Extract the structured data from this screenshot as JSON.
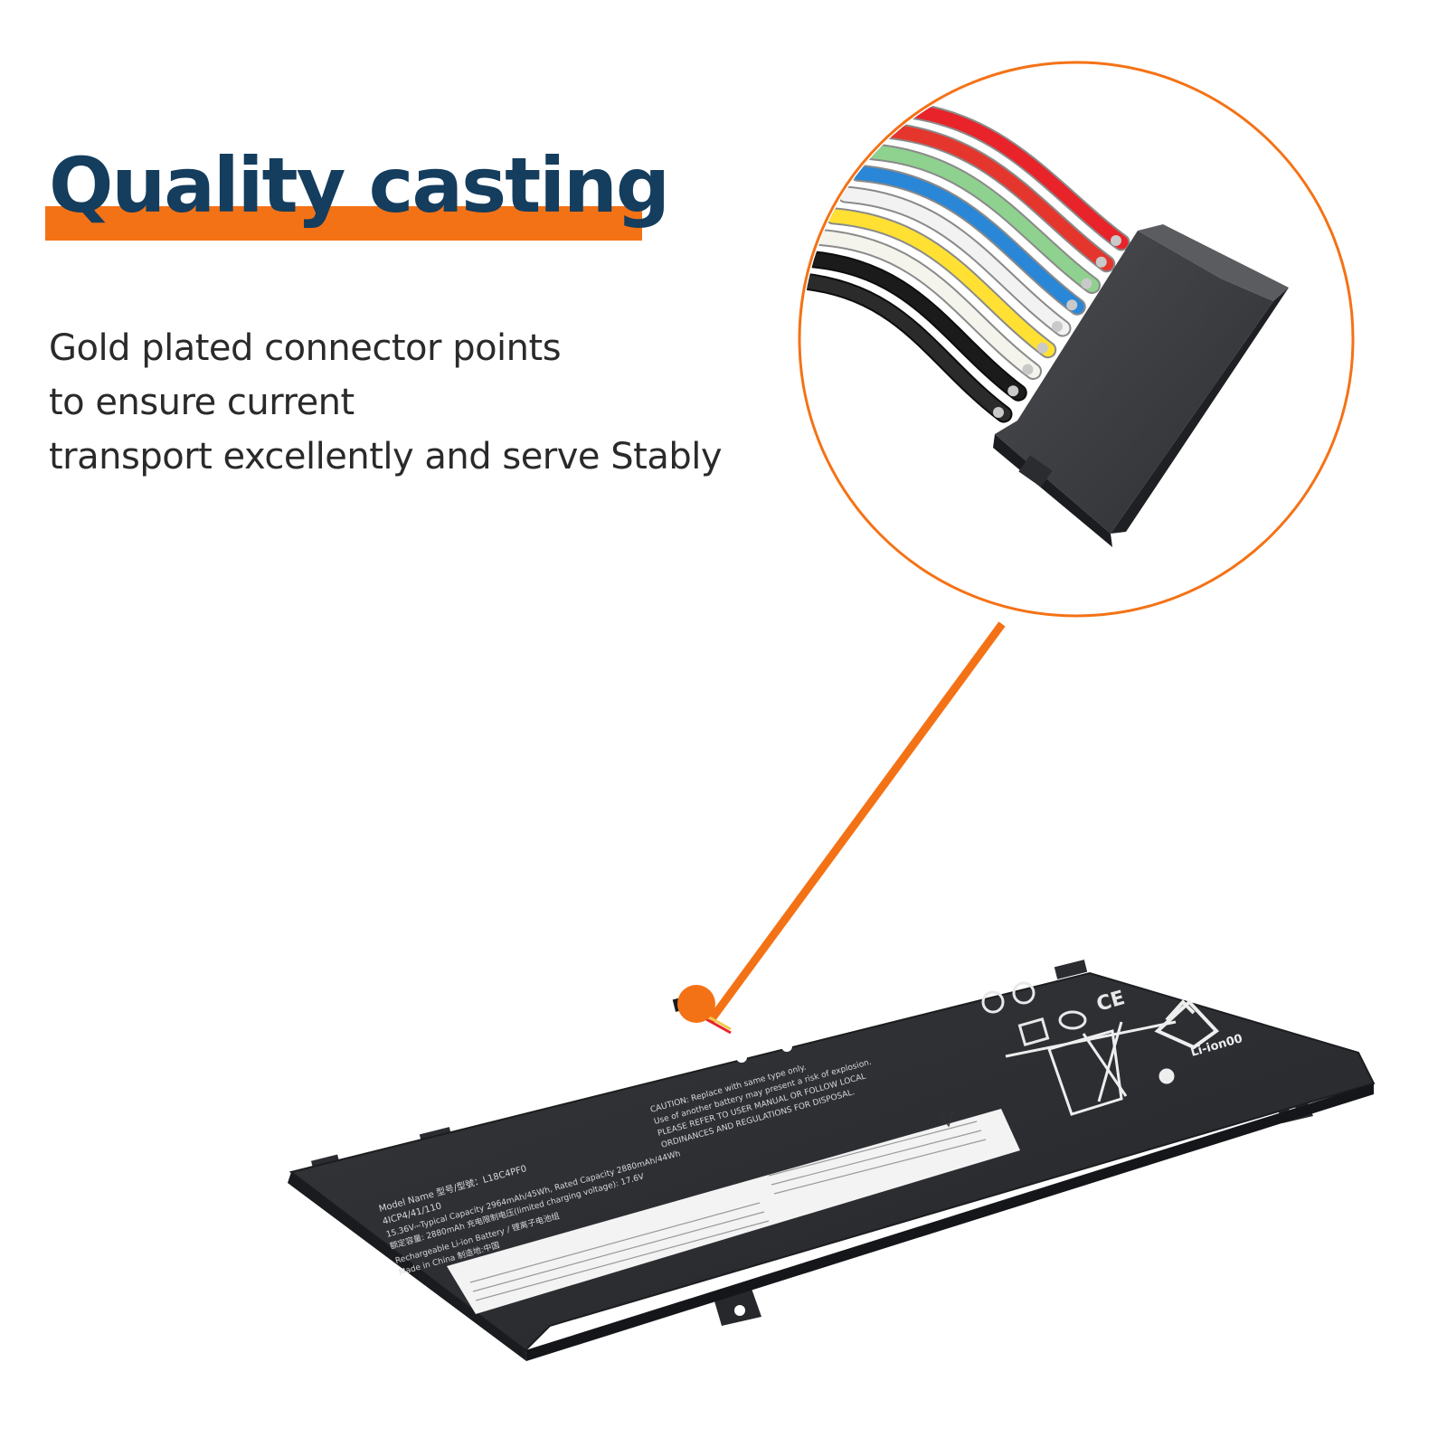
{
  "headline": "Quality casting",
  "description": [
    "Gold plated connector points",
    "to ensure current",
    "transport excellently and serve Stably"
  ],
  "battery_label": {
    "model_line": "Model Name 型号/型號：L18C4PF0",
    "cell_line": "4ICP4/41/110",
    "capacity_line": "15.36V⎓Typical Capacity 2964mAh/45Wh, Rated Capacity 2880mAh/44Wh",
    "rated_line": "额定容量: 2880mAh 充电限制电压(limited charging voltage): 17.6V",
    "type_line": "Rechargeable Li-ion Battery / 锂离子电池组",
    "made_line": "Made in China 制造地:中国",
    "caution_line1": "CAUTION: Replace with same type only.",
    "caution_line2": "Use of another battery may present a risk of explosion.",
    "caution_line3": "PLEASE REFER TO USER MANUAL OR FOLLOW LOCAL",
    "caution_line4": "ORDINANCES AND REGULATIONS FOR DISPOSAL.",
    "recycle_code": "Li-ion00",
    "ce_mark": "CE"
  },
  "colors": {
    "accent": "#f47216",
    "navy": "#143d5e",
    "text": "#2a2a2a",
    "battery": "#2a2c2f"
  },
  "wire_colors": [
    "#e8232a",
    "#e5362e",
    "#8fd18f",
    "#2a86d6",
    "#f2f2f2",
    "#ffe033",
    "#f4f4ec",
    "#1b1b1b",
    "#2b2b2b"
  ]
}
